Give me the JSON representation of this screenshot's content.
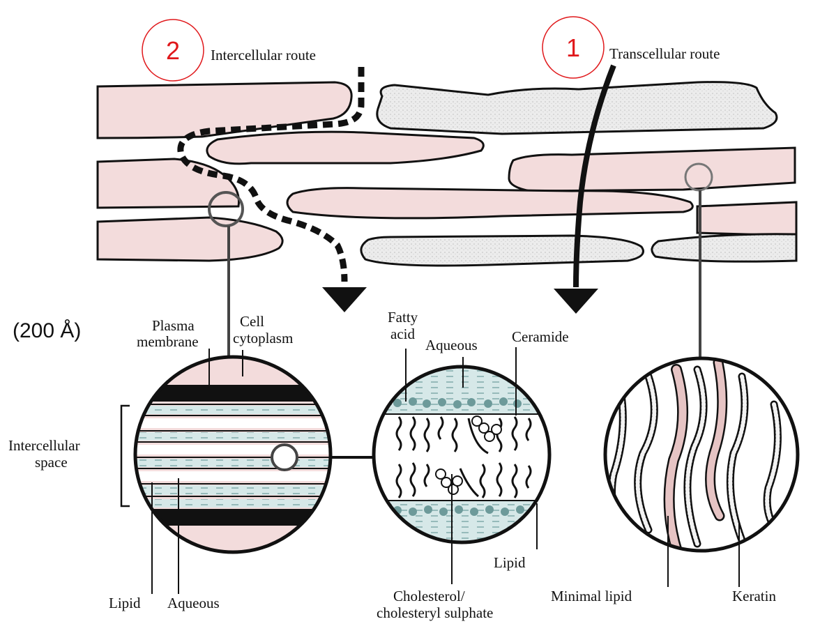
{
  "colors": {
    "pink_cell": "#f3dcdc",
    "grey_cell": "#e9e9e9",
    "aqueous": "#d6e8e8",
    "outline": "#111111",
    "callout_red": "#e0181b",
    "route_dash": "#111111"
  },
  "routes": {
    "intercellular": {
      "number": "2",
      "label": "Intercellular route"
    },
    "transcellular": {
      "number": "1",
      "label": "Transcellular route"
    }
  },
  "labels": {
    "scale": "(200 Å)",
    "plasma_membrane": [
      "Plasma",
      "membrane"
    ],
    "cell_cytoplasm": [
      "Cell",
      "cytoplasm"
    ],
    "intercellular_space": [
      "Intercellular",
      "space"
    ],
    "lipid_left": "Lipid",
    "aqueous_left": "Aqueous",
    "fatty_acid": [
      "Fatty",
      "acid"
    ],
    "aqueous_mid": "Aqueous",
    "ceramide": "Ceramide",
    "lipid_mid": "Lipid",
    "cholesterol": [
      "Cholesterol/",
      "cholesteryl sulphate"
    ],
    "minimal_lipid": "Minimal lipid",
    "keratin": "Keratin"
  },
  "icons": {
    "route_arrow": "arrow-down-icon",
    "magnifier": "zoom-circle-icon"
  }
}
